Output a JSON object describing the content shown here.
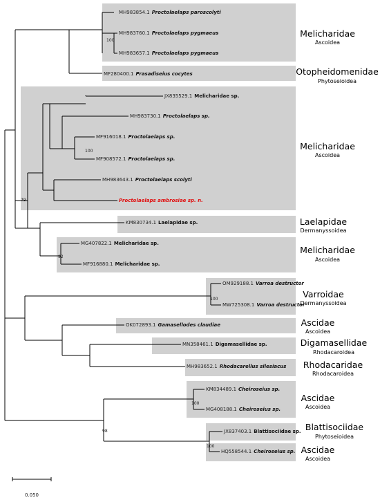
{
  "taxa": [
    {
      "acc": "MH983854.1",
      "name": "Proctolaelaps paroscolyti"
    },
    {
      "acc": "MH983760.1",
      "name": "Proctolaelaps pygmaeus"
    },
    {
      "acc": "MH983657.1",
      "name": "Proctolaelaps pygmaeus"
    },
    {
      "acc": "MF280400.1",
      "name": "Prasadiseius cocytes"
    },
    {
      "acc": "JX835529.1",
      "name": "Melicharidae sp."
    },
    {
      "acc": "MH983730.1",
      "name": "Proctolaelaps sp."
    },
    {
      "acc": "MF916018.1",
      "name": "Proctolaelaps sp."
    },
    {
      "acc": "MF908572.1",
      "name": "Proctolaelaps sp."
    },
    {
      "acc": "MH983643.1",
      "name": "Proctolaelaps scolyti"
    },
    {
      "acc": "",
      "name": "Proctolaelaps ambrosiae sp. n."
    },
    {
      "acc": "KM830734.1",
      "name": "Laelapidae sp."
    },
    {
      "acc": "MG407822.1",
      "name": "Melicharidae sp."
    },
    {
      "acc": "MF916880.1",
      "name": "Melicharidae sp."
    },
    {
      "acc": "OM929188.1",
      "name": "Varroa destructor"
    },
    {
      "acc": "MW725308.1",
      "name": "Varroa destructor"
    },
    {
      "acc": "OK072893.1",
      "name": "Gamasellodes claudiae"
    },
    {
      "acc": "MN358461.1",
      "name": "Digamasellidae sp."
    },
    {
      "acc": "MH983652.1",
      "name": "Rhodacarellus silesiacus"
    },
    {
      "acc": "KM834489.1",
      "name": "Cheiroseius sp."
    },
    {
      "acc": "MG408188.1",
      "name": "Cheiroseius sp."
    },
    {
      "acc": "JX837403.1",
      "name": "Blattisociidae sp."
    },
    {
      "acc": "HQ558544.1",
      "name": "Cheiroseius sp."
    }
  ],
  "groups": [
    {
      "family": "Melicharidae",
      "superfamily": "Ascoidea"
    },
    {
      "family": "Otopheidomenidae",
      "superfamily": "Phytoseioidea"
    },
    {
      "family": "Melicharidae",
      "superfamily": "Ascoidea"
    },
    {
      "family": "Laelapidae",
      "superfamily": "Dermanyssoidea"
    },
    {
      "family": "Melicharidae",
      "superfamily": "Ascoidea"
    },
    {
      "family": "Varroidae",
      "superfamily": "Dermanyssoidea"
    },
    {
      "family": "Ascidae",
      "superfamily": "Ascoidea"
    },
    {
      "family": "Digamasellidae",
      "superfamily": "Rhodacaroidea"
    },
    {
      "family": "Rhodacaridae",
      "superfamily": "Rhodacaroidea"
    },
    {
      "family": "Ascidae",
      "superfamily": "Ascoidea"
    },
    {
      "family": "Blattisociidae",
      "superfamily": "Phytoseioidea"
    },
    {
      "family": "Ascidae",
      "superfamily": "Ascoidea"
    }
  ],
  "bootstrap": [
    "100",
    "100",
    "79",
    "92",
    "100",
    "100",
    "98",
    "100"
  ],
  "scale": {
    "label": "0.050"
  },
  "colors": {
    "box": "#d0d0d0",
    "highlight": "#e01010",
    "branch": "#000000"
  }
}
